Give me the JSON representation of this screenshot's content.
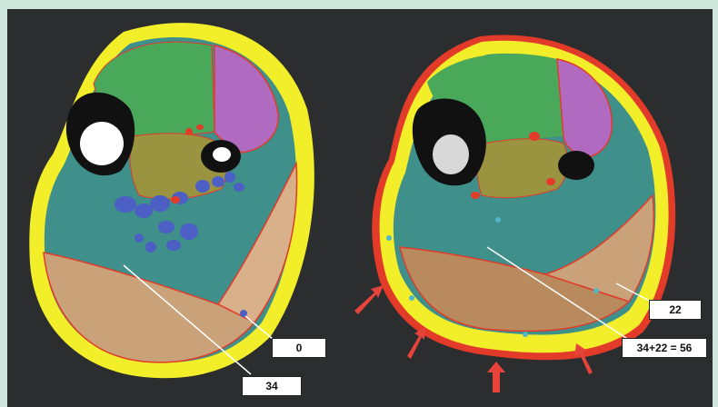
{
  "labels": {
    "left_bottom": "34",
    "left_right": "0",
    "right_right": "22",
    "right_bottom": "34+22 = 56"
  },
  "colors": {
    "background": "#2b2d2f",
    "frame": "#cfe6dc",
    "fat_layer": "#f2ee2a",
    "outline_red": "#e23b2a",
    "arrow_red": "#e8433b",
    "green_muscle": "#4aa85a",
    "purple_muscle": "#b06abf",
    "teal_muscle": "#3f8f8a",
    "tan_muscle": "#c9a27a",
    "olive_muscle": "#9a9340",
    "vessel_blue": "#4c5fc4"
  }
}
